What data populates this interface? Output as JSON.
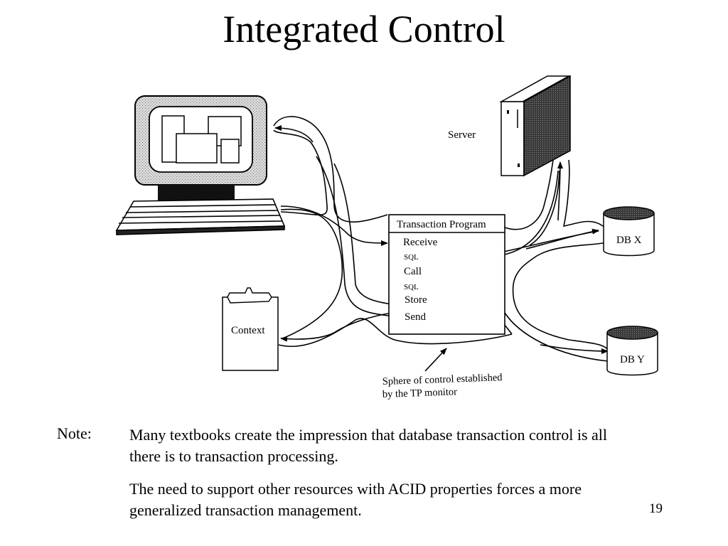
{
  "slide": {
    "title": "Integrated Control",
    "page_number": "19"
  },
  "diagram": {
    "nodes": {
      "workstation": {
        "icon": "computer-workstation-icon"
      },
      "server": {
        "label": "Server",
        "icon": "server-tower-icon"
      },
      "db_x": {
        "label": "DB X",
        "icon": "database-cylinder-icon"
      },
      "db_y": {
        "label": "DB Y",
        "icon": "database-cylinder-icon"
      },
      "context": {
        "label": "Context",
        "icon": "clipboard-icon"
      },
      "transaction_program": {
        "header": "Transaction Program",
        "steps": [
          "Receive",
          "SQL",
          "Call",
          "SQL",
          "Store",
          "Send"
        ]
      }
    },
    "annotation": {
      "line1": "Sphere of control established",
      "line2": "by the TP monitor"
    }
  },
  "notes": {
    "label": "Note:",
    "paragraphs": [
      "Many textbooks create the impression that database transaction control is all there is to transaction processing.",
      "The need to support other resources with ACID properties forces a more generalized transaction management."
    ]
  }
}
